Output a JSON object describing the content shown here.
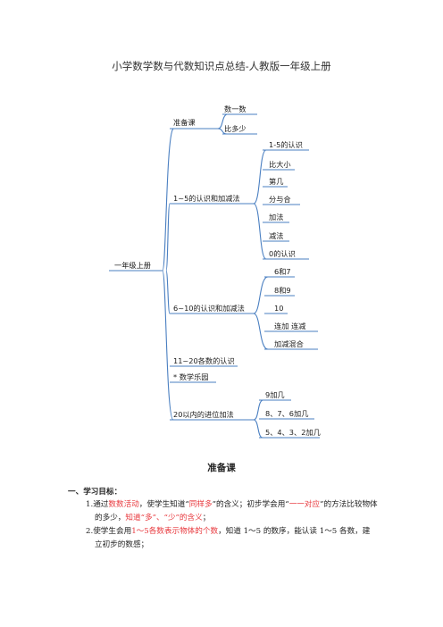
{
  "title": "小学数学数与代数知识点总结-人教版一年级上册",
  "mindmap": {
    "root": "一年级上册",
    "branches": [
      {
        "label": "准备课",
        "children": [
          "数一数",
          "比多少"
        ]
      },
      {
        "label": "1~5的认识和加减法",
        "children": [
          "1-5的认识",
          "比大小",
          "第几",
          "分与合",
          "加法",
          "减法",
          "0的认识"
        ]
      },
      {
        "label": "6~10的认识和加减法",
        "children": [
          "6和7",
          "8和9",
          "10",
          "连加 连减",
          "加减混合"
        ]
      },
      {
        "label": "11~20各数的认识",
        "children": []
      },
      {
        "label": "* 数学乐园",
        "children": []
      },
      {
        "label": "20以内的进位加法",
        "children": [
          "9加几",
          "8、7、6加几",
          "5、4、3、2加几"
        ]
      }
    ],
    "line_color": "#4a7fc1"
  },
  "section_title": "准备课",
  "goals": {
    "heading": "一、学习目标：",
    "item1_num": "1.",
    "item1_a": "通过",
    "item1_red1": "数数活动",
    "item1_b": "，使学生知道“",
    "item1_red2": "同样多",
    "item1_c": "”的含义；初步学会用“",
    "item1_red3": "一一对应",
    "item1_d": "”的方法比较物体",
    "item1_line2_a": "的多少，",
    "item1_line2_red": "知道“多”、“少”的含义",
    "item1_line2_b": "；",
    "item2_num": "2.",
    "item2_a": "使学生会用",
    "item2_red": "1～5各数表示物体的个数",
    "item2_b": "，知道 1～5 的数序，能认读 1～5 各数，建",
    "item2_line2": "立初步的数感；"
  },
  "accent_red": "#e8383d"
}
